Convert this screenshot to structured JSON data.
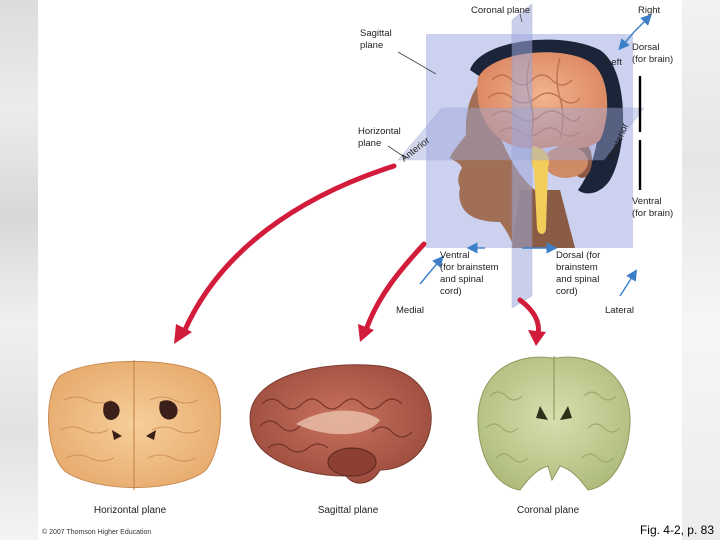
{
  "labels": {
    "coronal_plane": "Coronal plane",
    "right": "Right",
    "sagittal_plane_1": "Sagittal",
    "sagittal_plane_2": "plane",
    "dorsal_brain_1": "Dorsal",
    "dorsal_brain_2": "(for brain)",
    "left": "Left",
    "anterior": "Anterior",
    "posterior": "Posterior",
    "horizontal_plane_1": "Horizontal",
    "horizontal_plane_2": "plane",
    "ventral_brain_1": "Ventral",
    "ventral_brain_2": "(for brain)",
    "ventral_stem_1": "Ventral",
    "ventral_stem_2": "(for brainstem",
    "ventral_stem_3": "and spinal",
    "ventral_stem_4": "cord)",
    "dorsal_stem_1": "Dorsal (for",
    "dorsal_stem_2": "brainstem",
    "dorsal_stem_3": "and spinal",
    "dorsal_stem_4": "cord)",
    "medial": "Medial",
    "lateral": "Lateral"
  },
  "captions": {
    "horizontal": "Horizontal plane",
    "sagittal": "Sagittal plane",
    "coronal": "Coronal plane"
  },
  "copyright": "© 2007 Thomson Higher Education",
  "figure_ref": "Fig. 4-2, p. 83",
  "colors": {
    "plane": "#b9c2ea",
    "arrow_red": "#d21c3c",
    "arrow_blue": "#3c7fc8",
    "brain_pink": "#e59a76",
    "hair": "#1b2438",
    "skin": "#a06f55",
    "coronal_green": "#c3cf98"
  }
}
